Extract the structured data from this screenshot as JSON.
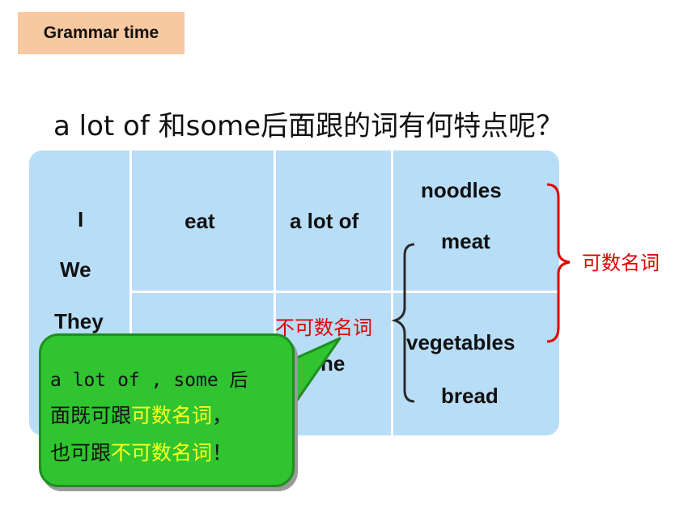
{
  "header": {
    "tag": "Grammar time"
  },
  "question": "a lot of 和some后面跟的词有何特点呢？",
  "table": {
    "subjects": [
      "I",
      "We",
      "They"
    ],
    "verb": "eat",
    "quantifiers": [
      "a lot of",
      "some"
    ],
    "quantifier_partial": "ne",
    "nouns": [
      "noodles",
      "meat",
      "vegetables",
      "bread"
    ]
  },
  "annotations": {
    "countable": "可数名词",
    "uncountable": "不可数名词"
  },
  "bubble": {
    "line1": "a lot of , some 后",
    "line2_prefix": "面既可跟",
    "line2_highlight": "可数名词",
    "line2_suffix": "，",
    "line3_prefix": "也可跟",
    "line3_highlight": "不可数名词",
    "line3_suffix": "！"
  },
  "colors": {
    "tag_bg": "#f8c8a0",
    "board_bg": "#b8ddf7",
    "annotation_red": "#e00000",
    "bubble_green": "#2fc430",
    "highlight_yellow": "#ffff20"
  }
}
